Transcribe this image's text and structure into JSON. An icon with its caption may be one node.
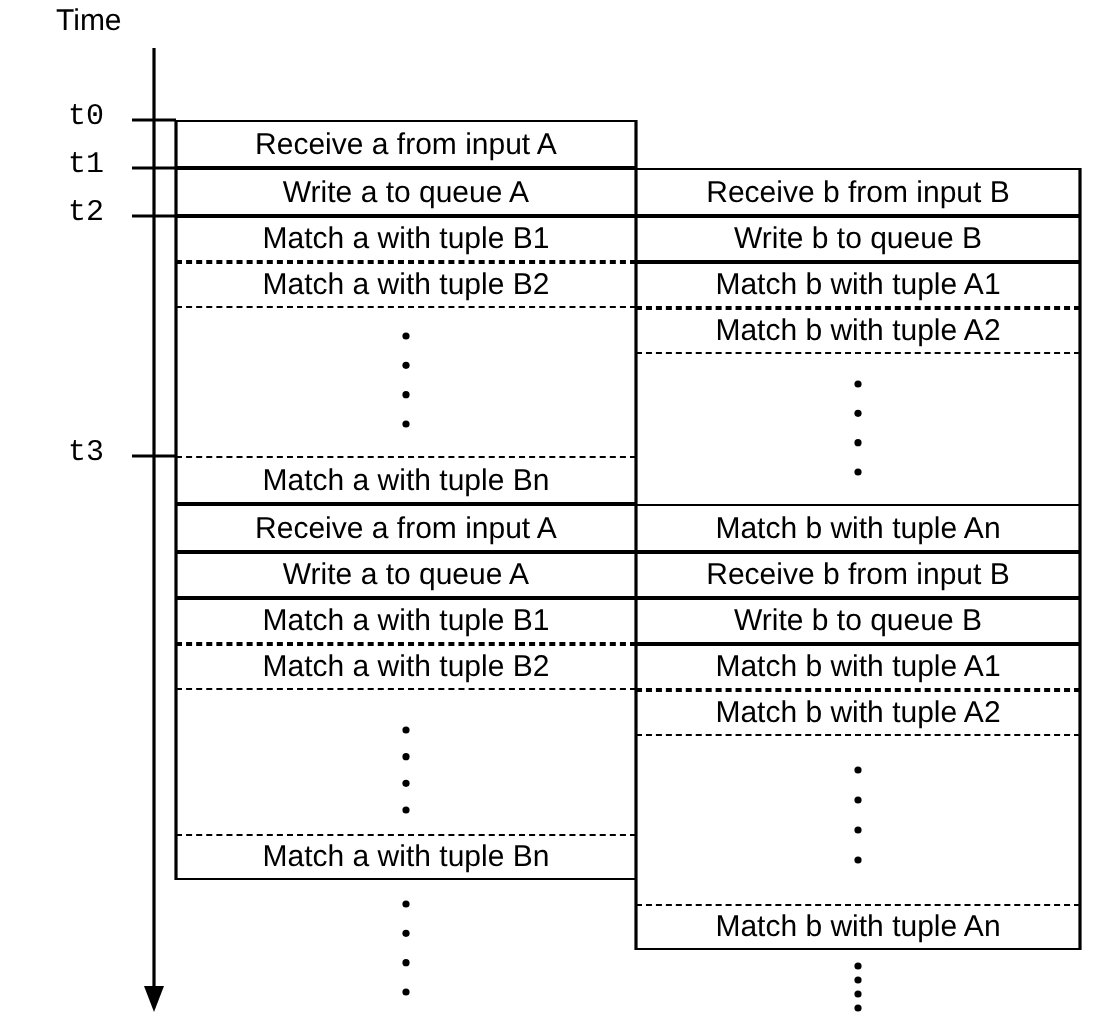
{
  "diagram": {
    "nodes": [
      {
        "text": [
          "Receive a from input A"
        ]
      },
      {
        "text": [
          "Write a to queue A"
        ]
      },
      {
        "text": [
          "Receive b from input B"
        ]
      },
      {
        "text": [
          "Match a with tuple B1"
        ]
      },
      {
        "text": [
          "Write b to queue B"
        ]
      },
      {
        "text": [
          "Match a with tuple B2"
        ]
      },
      {
        "text": [
          "Match b with tuple A1"
        ]
      },
      {
        "text": [
          "Match b with tuple A2"
        ]
      },
      {
        "text": [
          "Match a with tuple Bn"
        ]
      },
      {
        "text": [
          "Receive a from input A"
        ]
      },
      {
        "text": [
          "Match b with tuple An"
        ]
      },
      {
        "text": [
          "Write a to queue A"
        ]
      },
      {
        "text": [
          "Receive b from input B"
        ]
      },
      {
        "text": [
          "Match a with tuple B1"
        ]
      },
      {
        "text": [
          "Write b to queue B"
        ]
      },
      {
        "text": [
          "Match a with tuple B2"
        ]
      },
      {
        "text": [
          "Match b with tuple A1"
        ]
      },
      {
        "text": [
          "Match b with tuple A2"
        ]
      },
      {
        "text": [
          "Match a with tuple Bn"
        ]
      },
      {
        "text": [
          "Match b with tuple An"
        ]
      }
    ],
    "labels": [
      "Time",
      "t0",
      "t1",
      "t2",
      "t3"
    ]
  }
}
